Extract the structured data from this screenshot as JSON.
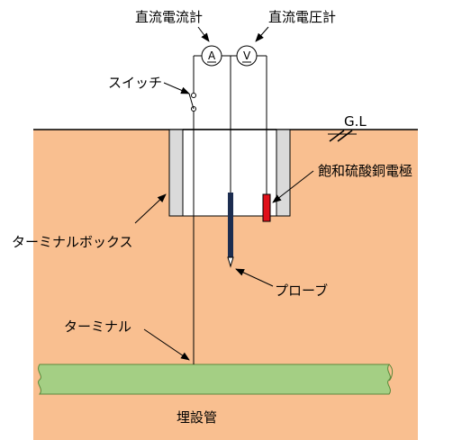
{
  "labels": {
    "ammeter": "直流電流計",
    "voltmeter": "直流電圧計",
    "switch": "スイッチ",
    "ground_level": "G.L",
    "reference_electrode": "飽和硫酸銅電極",
    "terminal_box": "ターミナルボックス",
    "probe": "プローブ",
    "terminal": "ターミナル",
    "buried_pipe": "埋設管"
  },
  "meters": {
    "ammeter_symbol": "A",
    "voltmeter_symbol": "V"
  },
  "colors": {
    "soil": "#f9bf90",
    "pipe_fill": "#a4cf84",
    "pipe_stroke": "#5b8a3c",
    "box_wall": "#dadada",
    "box_inside": "#ffffff",
    "probe": "#1c2d50",
    "electrode": "#e0101a"
  }
}
